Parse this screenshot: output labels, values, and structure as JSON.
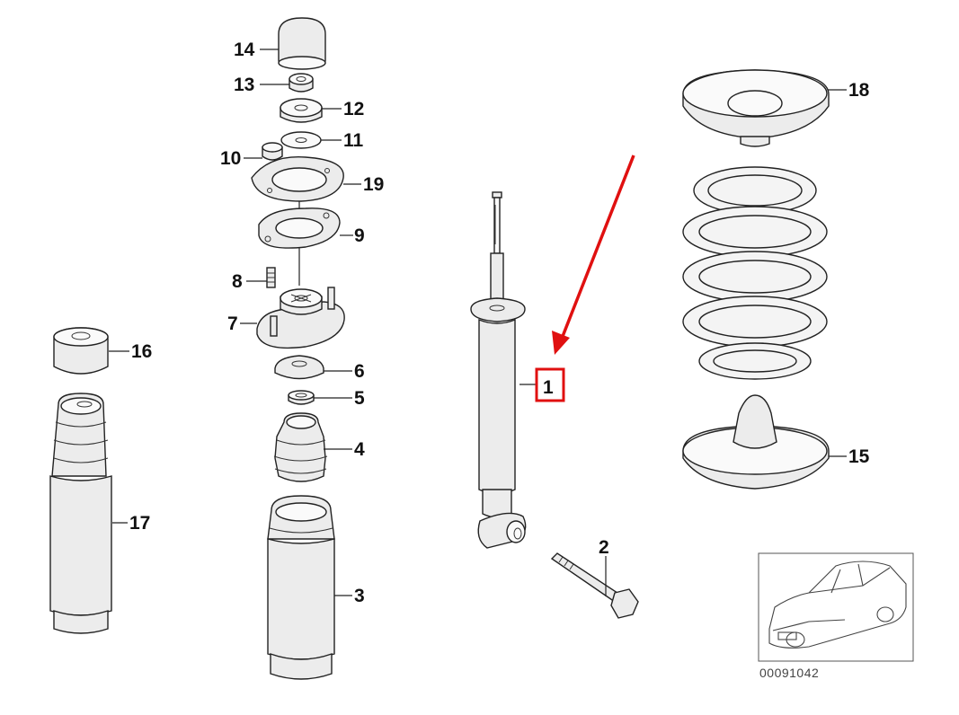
{
  "callouts": [
    {
      "id": "1",
      "text": "1",
      "highlight": true
    },
    {
      "id": "2",
      "text": "2"
    },
    {
      "id": "3",
      "text": "3"
    },
    {
      "id": "4",
      "text": "4"
    },
    {
      "id": "5",
      "text": "5"
    },
    {
      "id": "6",
      "text": "6"
    },
    {
      "id": "7",
      "text": "7"
    },
    {
      "id": "8",
      "text": "8"
    },
    {
      "id": "9",
      "text": "9"
    },
    {
      "id": "10",
      "text": "10"
    },
    {
      "id": "11",
      "text": "11"
    },
    {
      "id": "12",
      "text": "12"
    },
    {
      "id": "13",
      "text": "13"
    },
    {
      "id": "14",
      "text": "14"
    },
    {
      "id": "15",
      "text": "15"
    },
    {
      "id": "16",
      "text": "16"
    },
    {
      "id": "17",
      "text": "17"
    },
    {
      "id": "18",
      "text": "18"
    },
    {
      "id": "19",
      "text": "19"
    }
  ],
  "diagram_ref": "00091042",
  "colors": {
    "highlight": "#e01010",
    "line": "#222222",
    "part_fill": "#ececec"
  }
}
